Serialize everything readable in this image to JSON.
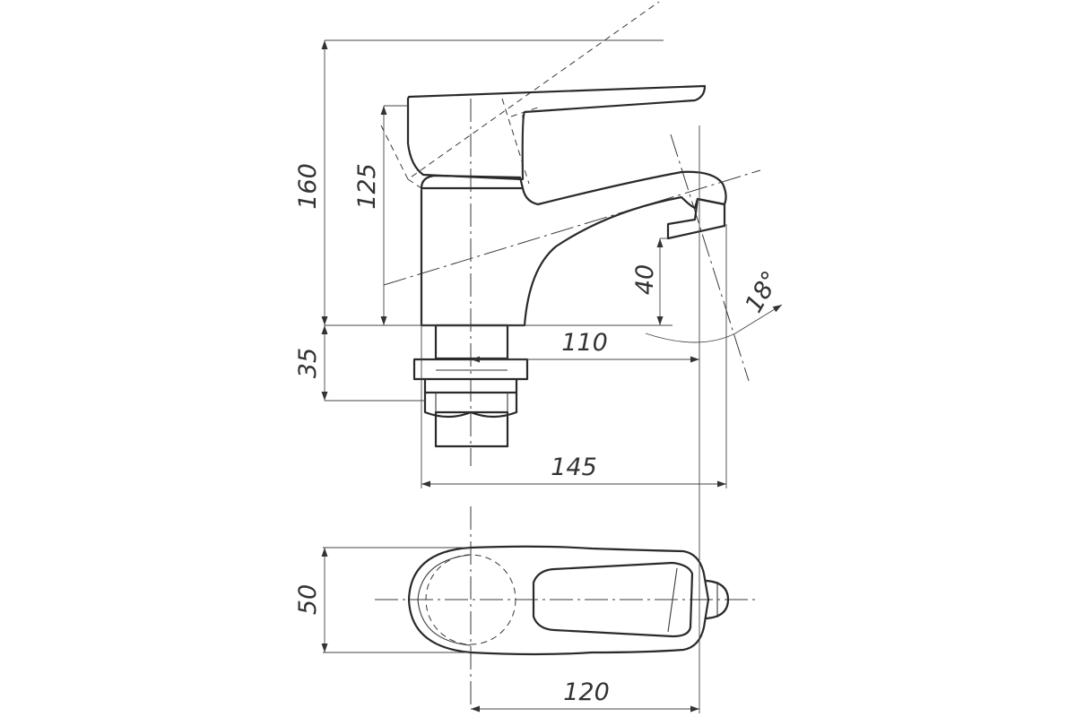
{
  "dimensions": {
    "total_height": "160",
    "handle_height": "125",
    "spout_height": "40",
    "spout_angle": "18°",
    "inlet_length": "35",
    "spout_to_axis": "110",
    "total_length": "145",
    "body_width": "50",
    "top_length": "120"
  }
}
